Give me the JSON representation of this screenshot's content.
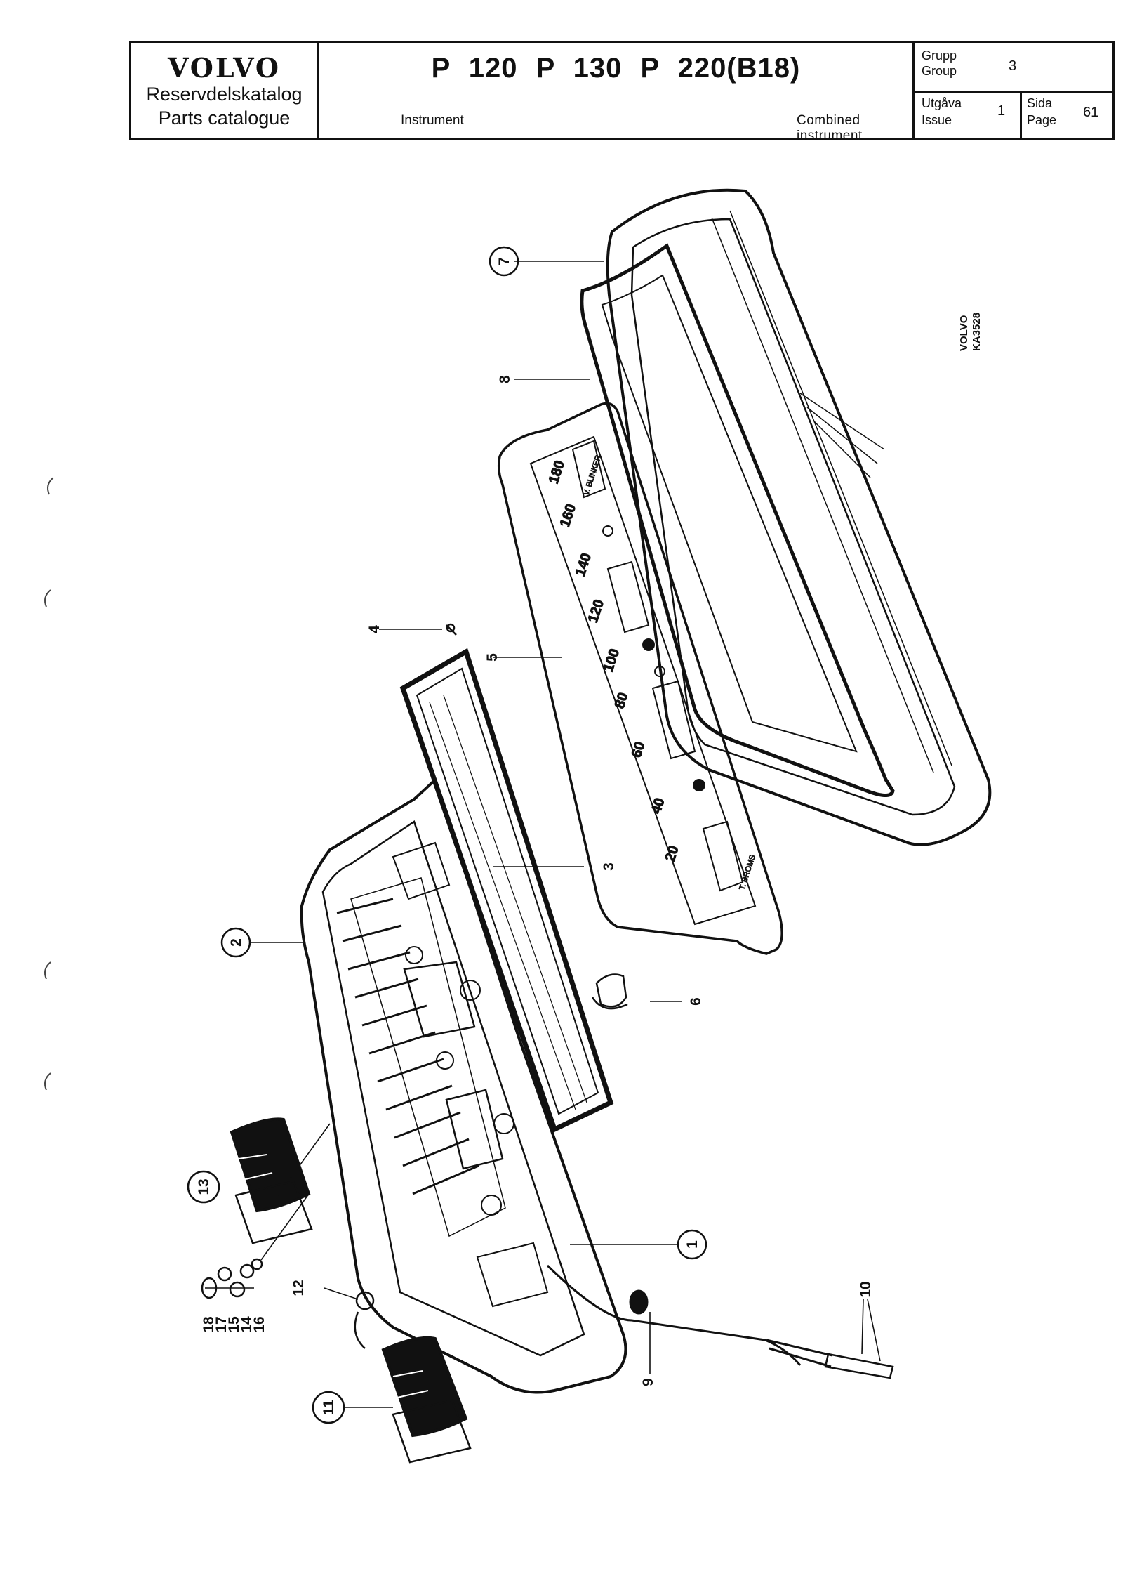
{
  "header": {
    "brand": "VOLVO",
    "catalog_sv": "Reservdelskatalog",
    "catalog_en": "Parts catalogue",
    "models": "P 120  P 130  P 220(B18)",
    "subject_sv": "Instrument",
    "subject_en": "Combined instrument",
    "group_label_sv": "Grupp",
    "group_label_en": "Group",
    "group_value": "3",
    "issue_label_sv": "Utgåva",
    "issue_label_en": "Issue",
    "issue_value": "1",
    "page_label_sv": "Sida",
    "page_label_en": "Page",
    "page_value": "61"
  },
  "diagram": {
    "code_brand": "VOLVO",
    "code_number": "KA3528",
    "callouts": [
      {
        "id": "1",
        "label": "1"
      },
      {
        "id": "2",
        "label": "2"
      },
      {
        "id": "3",
        "label": "3"
      },
      {
        "id": "4",
        "label": "4"
      },
      {
        "id": "5",
        "label": "5"
      },
      {
        "id": "6",
        "label": "6"
      },
      {
        "id": "7",
        "label": "7"
      },
      {
        "id": "8",
        "label": "8"
      },
      {
        "id": "9",
        "label": "9"
      },
      {
        "id": "10",
        "label": "10"
      },
      {
        "id": "11",
        "label": "11"
      },
      {
        "id": "12",
        "label": "12"
      },
      {
        "id": "13",
        "label": "13"
      },
      {
        "id": "14",
        "label": "14"
      },
      {
        "id": "15",
        "label": "15"
      },
      {
        "id": "16",
        "label": "16"
      },
      {
        "id": "17",
        "label": "17"
      },
      {
        "id": "18",
        "label": "18"
      }
    ],
    "speed_scale": [
      "20",
      "40",
      "60",
      "80",
      "100",
      "120",
      "140",
      "160",
      "180"
    ],
    "gauge_labels": [
      "T. BROMS",
      "V. BLINKER"
    ]
  }
}
